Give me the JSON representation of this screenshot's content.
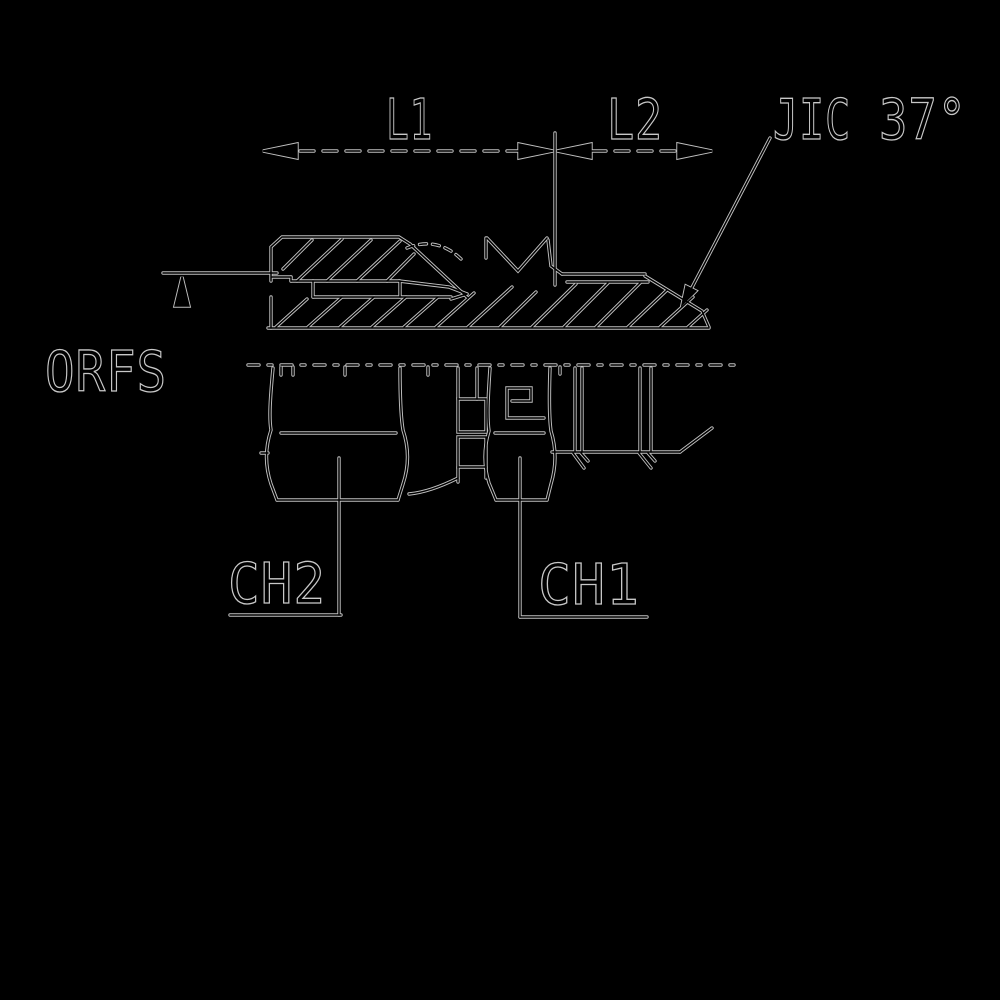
{
  "drawing": {
    "type": "technical-line-drawing",
    "subject": "hydraulic adapter fitting half-section",
    "background_color": "#000000",
    "line_halo_color": "#c0c0c0",
    "line_core_color": "#000000",
    "labels": {
      "dimension_l1": "L1",
      "dimension_l2": "L2",
      "thread_standard": "JIC",
      "thread_angle": "37°",
      "port_type": "ORFS",
      "wrench_flat_left": "CH2",
      "wrench_flat_right": "CH1"
    }
  }
}
